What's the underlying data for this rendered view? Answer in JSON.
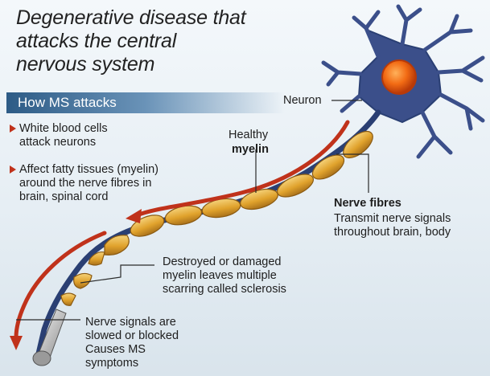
{
  "title": {
    "line1": "Degenerative disease that",
    "line2": "attacks the central",
    "line3": "nervous system"
  },
  "section": {
    "heading": "How MS attacks"
  },
  "bullets": [
    {
      "text": "White blood cells\nattack neurons"
    },
    {
      "text": "Affect fatty tissues (myelin)\naround the nerve fibres in\nbrain, spinal cord"
    }
  ],
  "labels": {
    "neuron": "Neuron",
    "healthy": "Healthy",
    "myelin": "myelin",
    "nerve_fibres_title": "Nerve fibres",
    "nerve_fibres_desc": "Transmit nerve signals\nthroughout brain, body",
    "destroyed": "Destroyed or damaged\nmyelin leaves multiple\nscarring called sclerosis",
    "signals": "Nerve signals are\nslowed or blocked\nCauses MS\nsymptoms"
  },
  "colors": {
    "arrow": "#c0321b",
    "myelin": "#e0a22c",
    "axon": "#2a3f73",
    "neuron_body": "#3b4f8a",
    "nucleus": "#e65a12"
  }
}
